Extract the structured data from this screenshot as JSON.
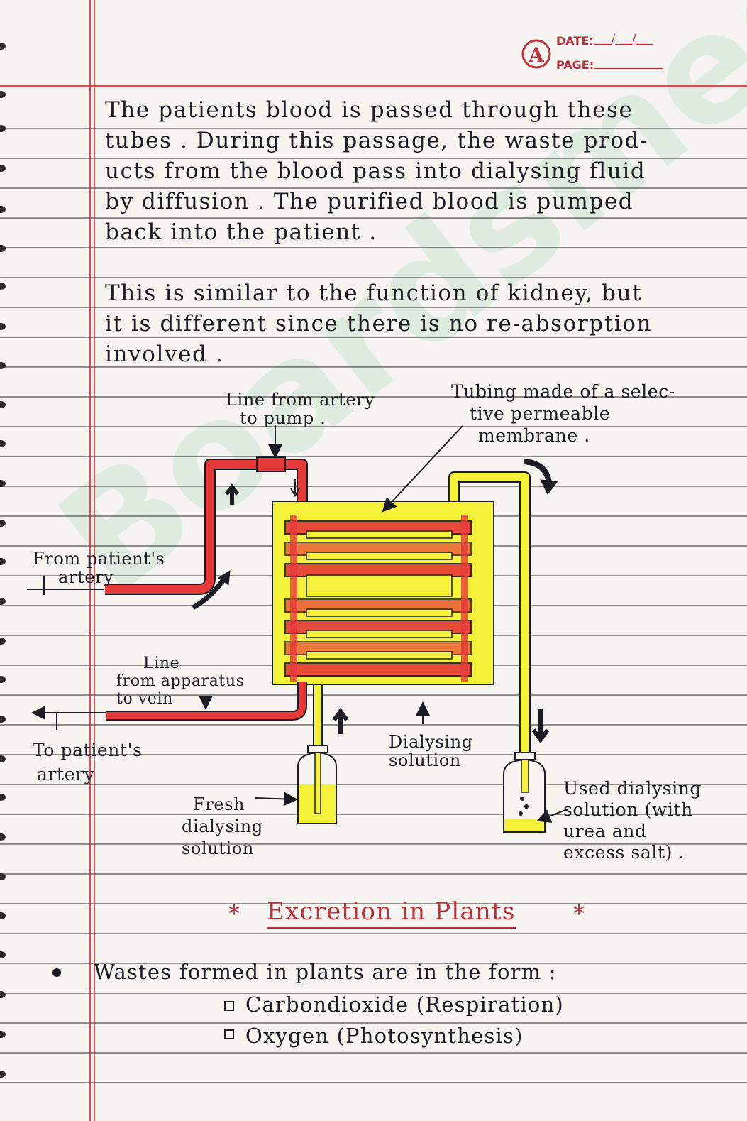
{
  "header": {
    "date_label": "DATE:",
    "date_value": "___/___/___",
    "page_label": "PAGE:",
    "page_value": "____________"
  },
  "paragraph1": [
    "The patients blood is passed through these",
    "tubes . During this passage, the waste prod-",
    "ucts from the blood pass into dialysing fluid",
    "by diffusion . The purified blood is pumped",
    "back into the patient ."
  ],
  "paragraph2": [
    "This is similar to the function of kidney, but",
    "it is different since there is no re-absorption",
    "involved ."
  ],
  "diagram": {
    "labels": {
      "artery_to_pump": [
        "Line from artery",
        "to pump ."
      ],
      "tubing": [
        "Tubing made of a selec-",
        "tive permeable",
        "membrane ."
      ],
      "from_artery": [
        "From patient's",
        "artery"
      ],
      "line_to_vein": [
        "Line",
        "from apparatus",
        "to vein"
      ],
      "to_patient": [
        "To patient's",
        "artery"
      ],
      "dialysing_solution": [
        "Dialysing",
        "solution"
      ],
      "fresh_solution": [
        "Fresh",
        "dialysing",
        "solution"
      ],
      "used_solution": [
        "Used dialysing",
        "solution (with",
        "urea and",
        "excess salt) ."
      ]
    },
    "colors": {
      "blood": "#e53a3a",
      "fluid": "#f3f13a",
      "outline": "#1c1c24"
    }
  },
  "heading": {
    "star_left": "*",
    "title": "Excretion in Plants",
    "star_right": "*"
  },
  "bullets": {
    "main": "Wastes formed in plants are in the form :",
    "subitems": [
      "Carbondioxide (Respiration)",
      "Oxygen (Photosynthesis)"
    ]
  },
  "watermark": "Boardsmed"
}
